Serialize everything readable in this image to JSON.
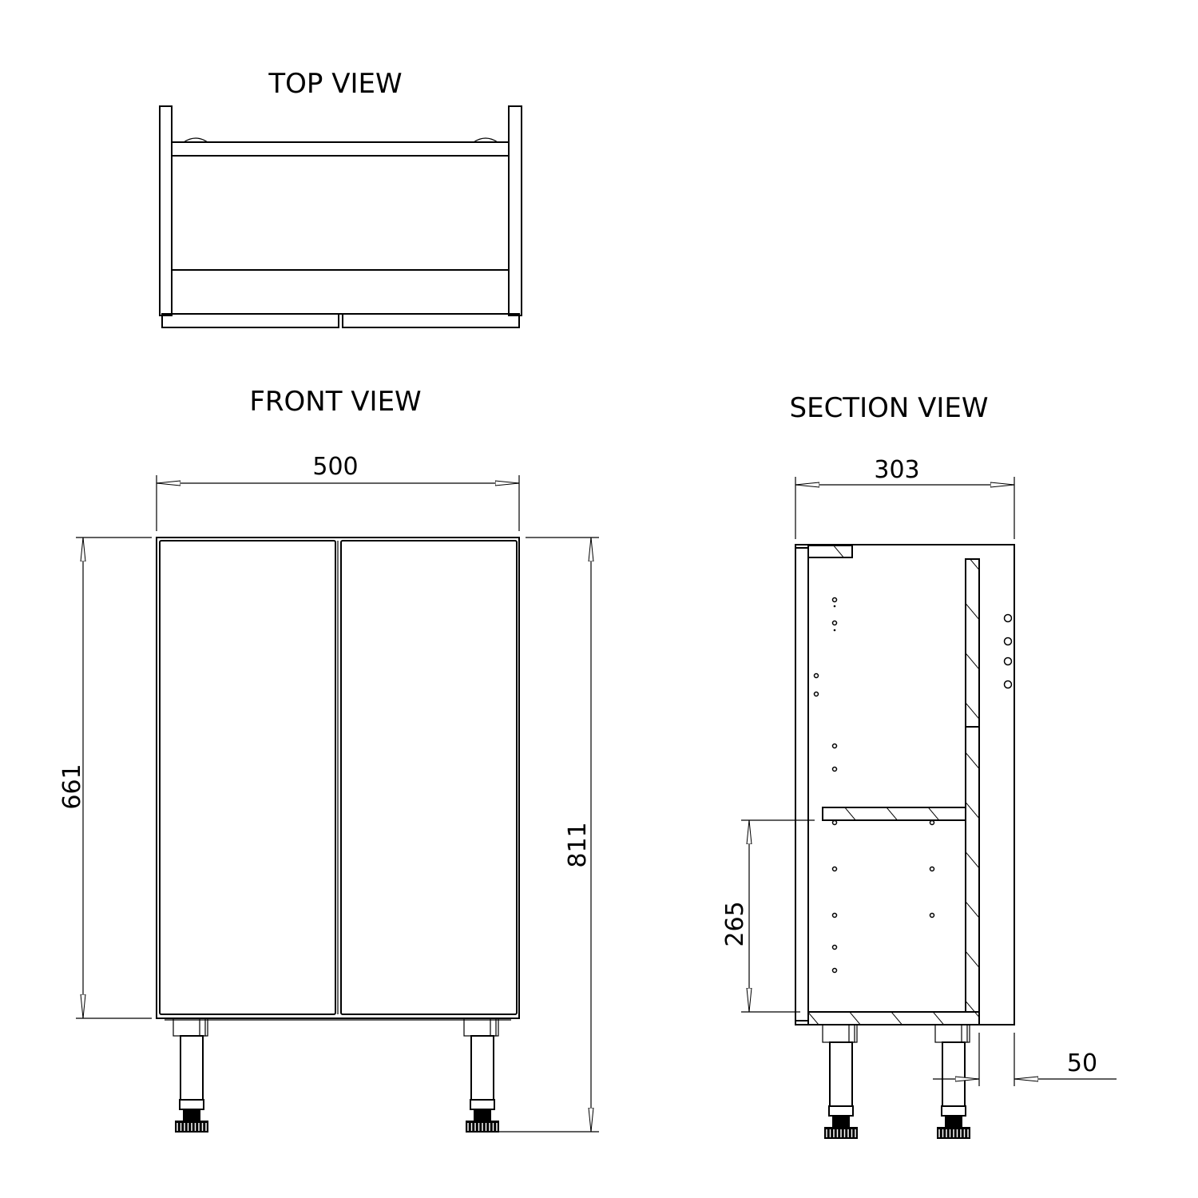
{
  "views": {
    "top": {
      "title": "TOP VIEW"
    },
    "front": {
      "title": "FRONT VIEW",
      "width_dim": "500",
      "door_height_dim": "661",
      "total_height_dim": "811"
    },
    "section": {
      "title": "SECTION VIEW",
      "depth_dim": "303",
      "shelf_height_dim": "265",
      "offset_dim": "50"
    }
  },
  "colors": {
    "line": "#000000",
    "background": "#ffffff"
  }
}
